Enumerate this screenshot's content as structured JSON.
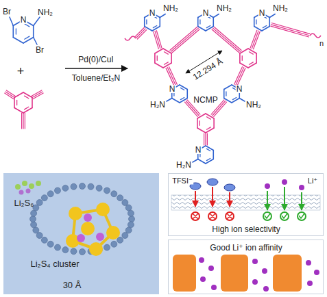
{
  "diagram": {
    "nodes": [
      {
        "text": [
          "Li₂S₆",
          "Li₂S₄ cluster",
          "30 Å"
        ]
      },
      {
        "text": [
          "TFSI⁻",
          "Li⁺",
          "High ion selectivity"
        ]
      },
      {
        "text": [
          "Good Li⁺ ion affinity"
        ]
      }
    ],
    "labels": [
      "Br",
      "N",
      "NH₂",
      "Br",
      "+",
      "Pd(0)/CuI",
      "Toluene/Et₃N",
      "N",
      "NH₂",
      "N",
      "NH₂",
      "N",
      "NH₂",
      "12.294 Å",
      "NCMP",
      "H₂N",
      "N",
      "N",
      "NH₂",
      "H₂N",
      "N",
      "n"
    ]
  }
}
